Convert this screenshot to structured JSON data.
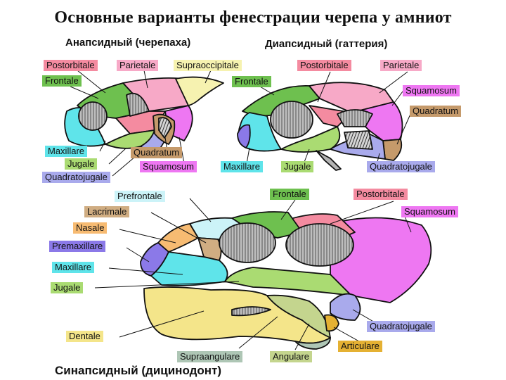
{
  "title": "Основные варианты фенестрации черепа у амниот",
  "anapsid": {
    "heading": "Анапсидный (черепаха)",
    "labels": {
      "postorbitale": "Postorbitale",
      "parietale": "Parietale",
      "supraoccipitale": "Supraoccipitale",
      "frontale": "Frontale",
      "maxillare": "Maxillare",
      "jugale": "Jugale",
      "quadratojugale": "Quadratojugale",
      "quadratum": "Quadratum",
      "squamosum": "Squamosum"
    }
  },
  "diapsid": {
    "heading": "Диапсидный (гаттерия)",
    "labels": {
      "postorbitale": "Postorbitale",
      "parietale": "Parietale",
      "frontale": "Frontale",
      "squamosum": "Squamosum",
      "quadratum": "Quadratum",
      "maxillare": "Maxillare",
      "jugale": "Jugale",
      "quadratojugale": "Quadratojugale"
    }
  },
  "synapsid": {
    "heading": "Синапсидный (дицинодонт)",
    "labels": {
      "prefrontale": "Prefrontale",
      "lacrimale": "Lacrimale",
      "nasale": "Nasale",
      "premaxillare": "Premaxillare",
      "maxillare": "Maxillare",
      "jugale": "Jugale",
      "dentale": "Dentale",
      "frontale": "Frontale",
      "postorbitale": "Postorbitale",
      "squamosum": "Squamosum",
      "quadratojugale": "Quadratojugale",
      "articulare": "Articulare",
      "supraangulare": "Supraangulare",
      "angulare": "Angulare"
    }
  },
  "colors": {
    "postorbitale": "#f48ba0",
    "parietale": "#f7a9c7",
    "supraoccipitale": "#f6f2b0",
    "frontale": "#6ec04f",
    "maxillare": "#5fe4ea",
    "jugale": "#aadb72",
    "quadratojugale": "#a9aaec",
    "quadratum": "#c59a6b",
    "squamosum": "#ee77f2",
    "prefrontale": "#ccf3f8",
    "lacrimale": "#d0ad82",
    "nasale": "#f7bb72",
    "premaxillare": "#8b79e8",
    "dentale": "#f4e58a",
    "articulare": "#e5b133",
    "supraangulare": "#aec6b5",
    "angulare": "#c4d58e"
  }
}
